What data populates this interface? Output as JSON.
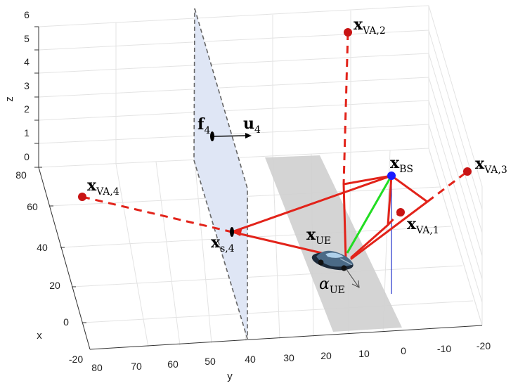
{
  "axes": {
    "x_label": "x",
    "y_label": "y",
    "z_label": "z",
    "z_ticks": [
      "0",
      "1",
      "2",
      "3",
      "4",
      "5",
      "6"
    ],
    "x_ticks": [
      "-20",
      "0",
      "20",
      "40",
      "60",
      "80"
    ],
    "y_ticks": [
      "80",
      "70",
      "60",
      "50",
      "40",
      "30",
      "20",
      "10",
      "0",
      "-10",
      "-20"
    ]
  },
  "labels": {
    "va2": {
      "main": "x",
      "sub": "VA,2"
    },
    "va3": {
      "main": "x",
      "sub": "VA,3"
    },
    "va4": {
      "main": "x",
      "sub": "VA,4"
    },
    "va1": {
      "main": "x",
      "sub": "VA,1"
    },
    "bs": {
      "main": "x",
      "sub": "BS"
    },
    "ue": {
      "main": "x",
      "sub": "UE"
    },
    "s4": {
      "main": "x",
      "sub": "s,4"
    },
    "f4": {
      "main": "f",
      "sub": "4"
    },
    "u4": {
      "main": "u",
      "sub": "4"
    },
    "alpha": {
      "main": "α",
      "sub": "UE"
    }
  },
  "colors": {
    "path": "#e2231a",
    "bs": "#1a1aff",
    "los": "#22dd22",
    "plane": "#dfe6f5",
    "road": "#cfcfcf"
  },
  "icons": {
    "car": "sports-car-icon"
  }
}
